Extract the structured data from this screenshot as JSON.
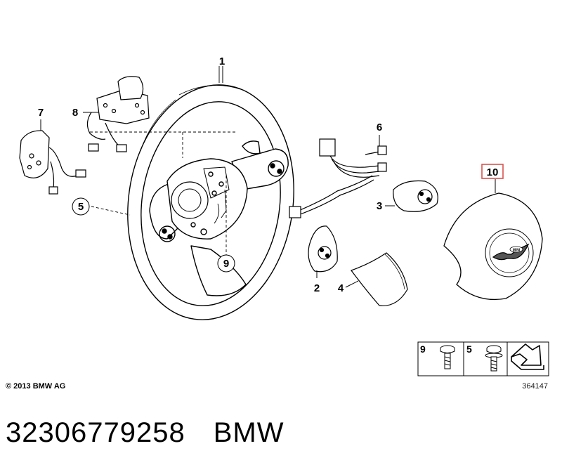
{
  "diagram": {
    "callouts": [
      "1",
      "2",
      "3",
      "4",
      "5",
      "6",
      "7",
      "8",
      "9",
      "10"
    ],
    "highlighted_callout": "10",
    "highlight_color": "#d9534f",
    "legend": {
      "item_a": "9",
      "item_b": "5"
    },
    "copyright": "© 2013 BMW AG",
    "image_number": "364147",
    "logo": "MINI"
  },
  "caption": {
    "part_number": "32306779258",
    "brand": "BMW"
  }
}
